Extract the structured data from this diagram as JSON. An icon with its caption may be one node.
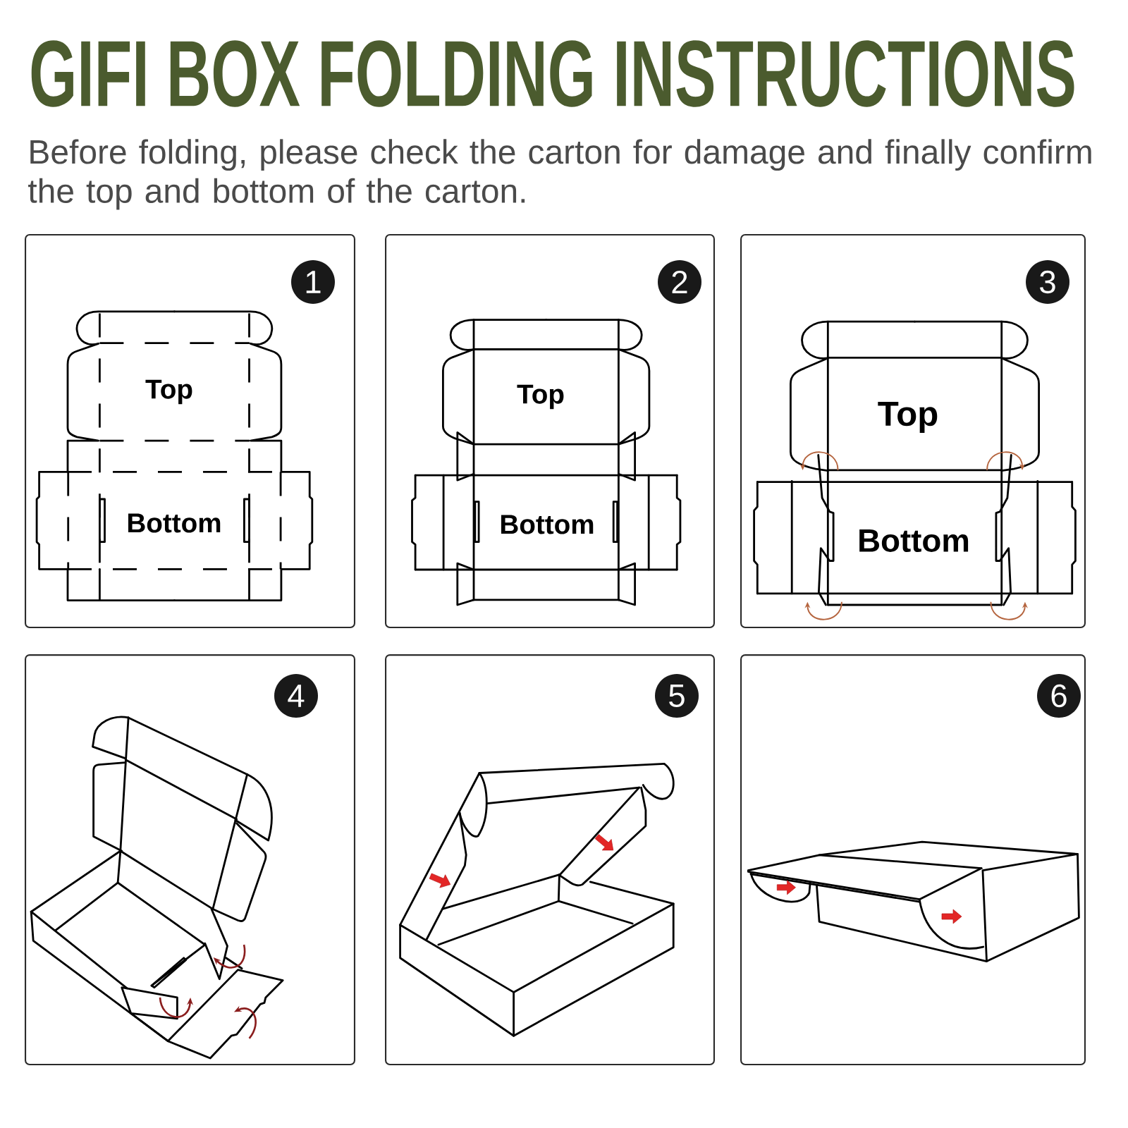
{
  "diagram": {
    "title": "GIFI BOX FOLDING INSTRUCTIONS",
    "nodes": [
      {
        "text": [
          "Top",
          "Bottom"
        ]
      },
      {
        "text": [
          "1"
        ],
        "in": 0
      },
      {
        "text": [
          "Top",
          "Bottom"
        ]
      },
      {
        "text": [
          "2"
        ],
        "in": 2
      },
      {
        "text": [
          "Top",
          "Bottom"
        ]
      },
      {
        "text": [
          "3"
        ],
        "in": 4
      },
      {
        "text": [],
        "shape": "box"
      },
      {
        "text": [
          "4"
        ],
        "in": 6
      },
      {
        "text": [],
        "shape": "box"
      },
      {
        "text": [
          "5"
        ],
        "in": 8
      },
      {
        "text": [],
        "shape": "box"
      },
      {
        "text": [
          "6"
        ],
        "in": 10
      }
    ],
    "labels": [
      "Before folding, please check the carton for damage and finally confirm the top and bottom of the carton."
    ]
  }
}
